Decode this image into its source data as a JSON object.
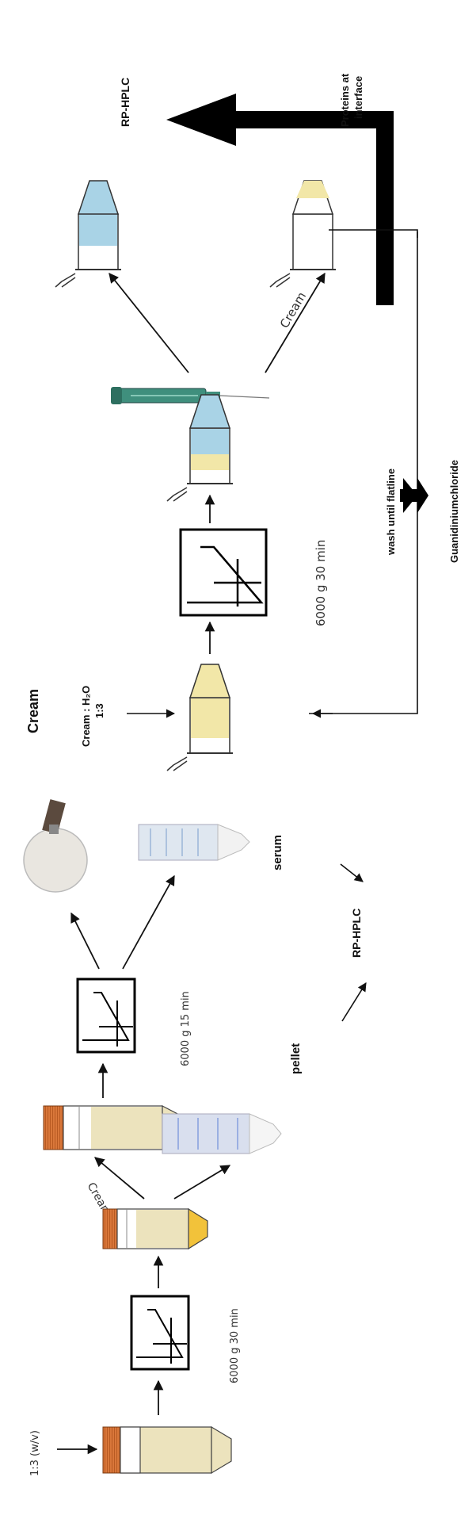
{
  "labels": {
    "rp_hplc_top": "RP-HPLC",
    "proteins_at_interface_1": "Proteins at",
    "proteins_at_interface_2": "interface",
    "cream_arrow_top": "Cream",
    "wash_until_flatline": "wash until flatline",
    "guanidiniumchloride": "Guanidiniumchloride",
    "centrifuge_6000g_30min_top": "6000 g 30 min",
    "cream_section": "Cream",
    "cream_h2o_ratio_1": "Cream : H₂O",
    "cream_h2o_ratio_2": "1:3",
    "serum": "serum",
    "pellet": "pellet",
    "rp_hplc_bottom": "RP-HPLC",
    "centrifuge_6000g_15min": "6000 g 15 min",
    "cream_arrow_bottom": "Cream",
    "centrifuge_6000g_30min_bottom": "6000 g 30 min",
    "ratio_wv": "1:3 (w/v)"
  },
  "colors": {
    "serum_blue": "#a9d3e6",
    "cream_yellow": "#f2e7a8",
    "pale_cream": "#ece3bd",
    "deep_yellow": "#f2c23a",
    "cap_orange": "#d9773a",
    "syringe_teal": "#3f8f7d"
  }
}
